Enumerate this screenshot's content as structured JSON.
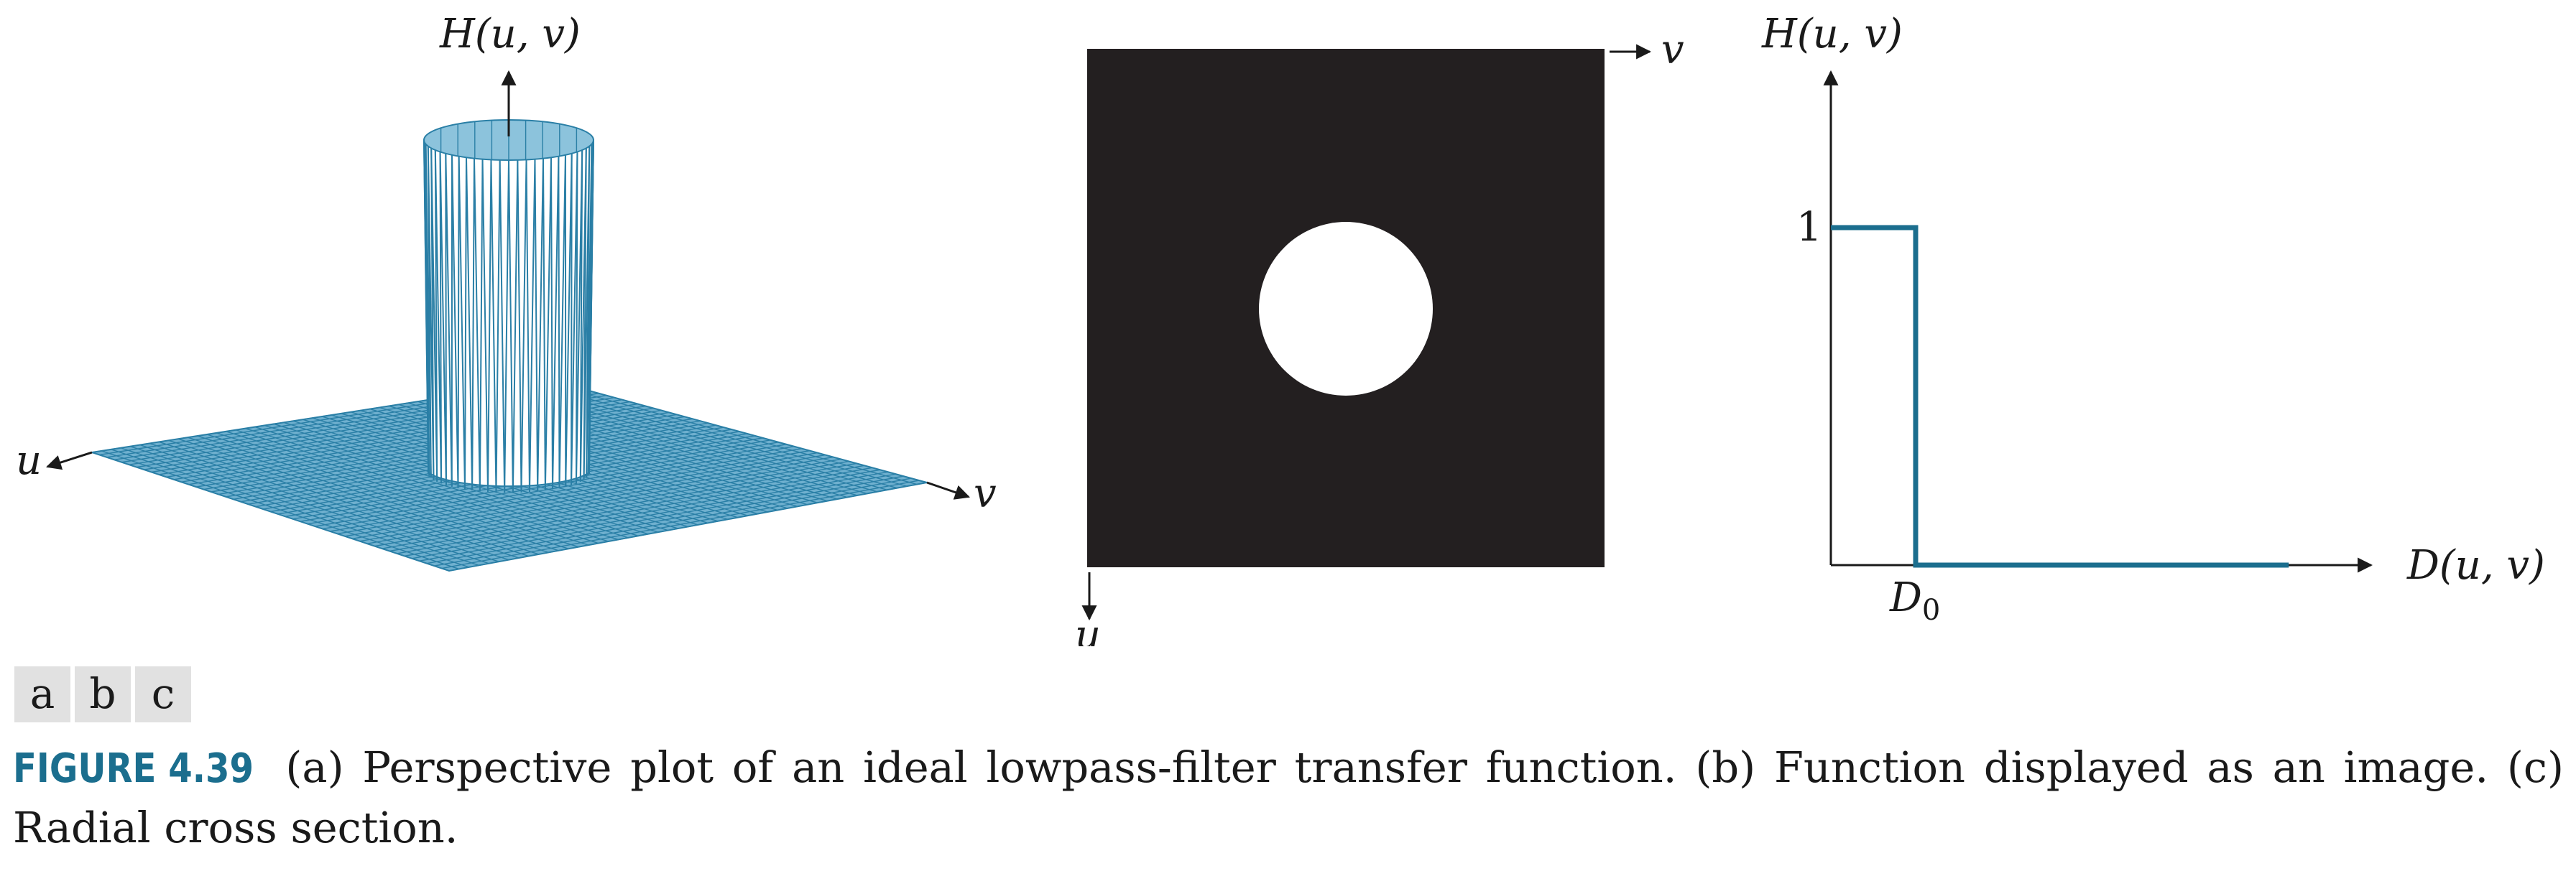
{
  "colors": {
    "accent": "#1b6e8e",
    "mesh": "#2a7fa6",
    "text": "#1a1a1a",
    "panel_tag_bg": "#e1e1e1"
  },
  "panel_a": {
    "axis_z_label": "H(u, v)",
    "axis_u_label": "u",
    "axis_v_label": "v"
  },
  "panel_b": {
    "axis_v_label": "v",
    "axis_u_label": "u"
  },
  "panel_c": {
    "y_label": "H(u, v)",
    "x_label": "D(u, v)",
    "y_tick": "1",
    "x_tick": "D",
    "x_tick_subscript": "0"
  },
  "chart_data": {
    "type": "line",
    "title": "",
    "xlabel": "D(u, v)",
    "ylabel": "H(u, v)",
    "x_ticks": [
      "D0"
    ],
    "y_ticks": [
      "1"
    ],
    "series": [
      {
        "points": [
          {
            "x": 0,
            "y": 1
          },
          {
            "x": 1,
            "y": 1
          },
          {
            "x": 1,
            "y": 0
          },
          {
            "x": 5.4,
            "y": 0
          }
        ]
      }
    ]
  },
  "panel_tags": [
    "a",
    "b",
    "c"
  ],
  "caption": {
    "label": "FIGURE 4.39",
    "text": " (a) Perspective plot of an ideal lowpass-filter transfer function. (b) Function displayed as an image. (c) Radial cross section."
  }
}
